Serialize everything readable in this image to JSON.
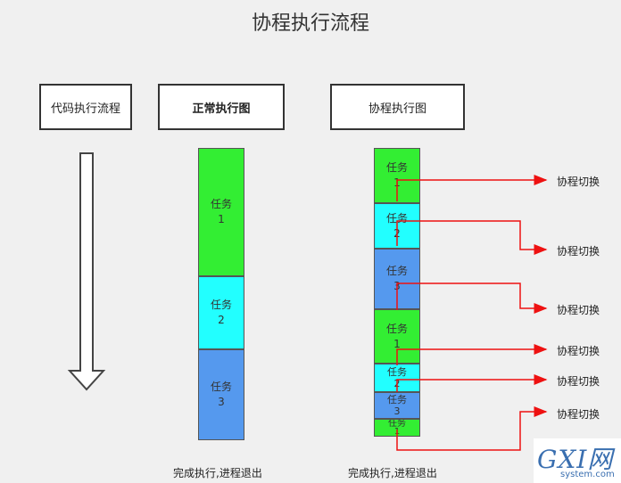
{
  "title": "协程执行流程",
  "headers": {
    "code_flow": "代码执行流程",
    "normal": "正常执行图",
    "coroutine": "协程执行图"
  },
  "normal_segments": [
    {
      "label": "任务",
      "num": "1",
      "color": "green"
    },
    {
      "label": "任务",
      "num": "2",
      "color": "cyan"
    },
    {
      "label": "任务",
      "num": "3",
      "color": "blue"
    }
  ],
  "coroutine_segments": [
    {
      "label": "任务",
      "num": "1",
      "color": "green"
    },
    {
      "label": "任务",
      "num": "2",
      "color": "cyan"
    },
    {
      "label": "任务",
      "num": "3",
      "color": "blue"
    },
    {
      "label": "任务",
      "num": "1",
      "color": "green"
    },
    {
      "label": "任务",
      "num": "2",
      "color": "cyan"
    },
    {
      "label": "任务",
      "num": "3",
      "color": "blue"
    },
    {
      "label": "任务",
      "num": "1",
      "color": "green"
    }
  ],
  "switch_labels": [
    "协程切换",
    "协程切换",
    "协程切换",
    "协程切换",
    "协程切换",
    "协程切换"
  ],
  "footer_normal": "完成执行,进程退出",
  "footer_coroutine": "完成执行,进程退出",
  "watermark": {
    "main": "GXI网",
    "sub": "system.com"
  },
  "colors": {
    "green": "#33ee33",
    "cyan": "#22ffff",
    "blue": "#5599ee",
    "arrow": "#ee1111"
  }
}
